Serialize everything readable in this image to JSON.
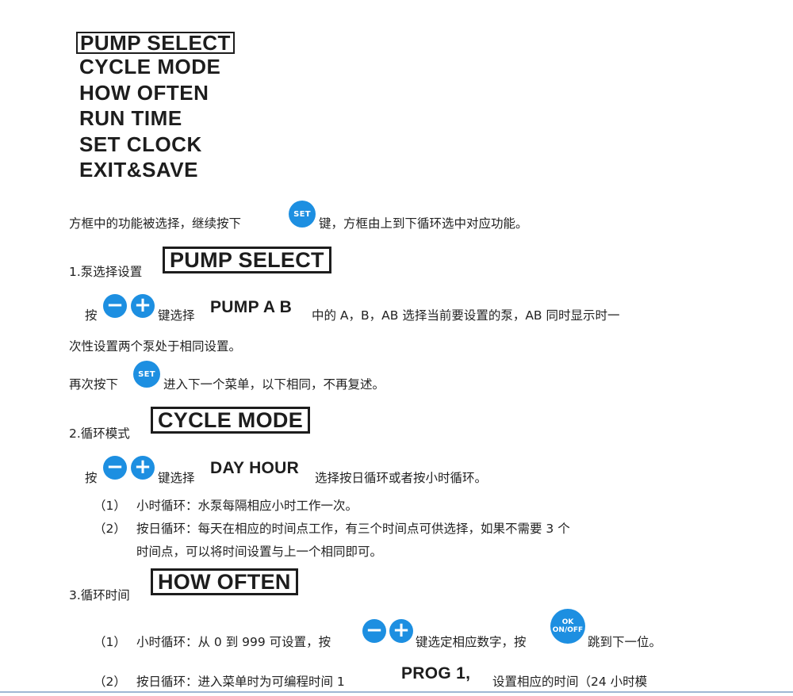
{
  "menu": [
    "PUMP SELECT",
    "CYCLE MODE",
    "HOW OFTEN",
    "RUN TIME",
    "SET CLOCK",
    "EXIT&SAVE"
  ],
  "intro": {
    "before": "方框中的功能被选择，继续按下",
    "after": "键，方框由上到下循环选中对应功能。",
    "button": "SET"
  },
  "section1": {
    "heading": "1.泵选择设置",
    "lcd": "PUMP SELECT",
    "line1_prefix": "按",
    "line1_mid": "键选择",
    "lcd_option": "PUMP A B",
    "line1_suffix": "中的 A，B，AB 选择当前要设置的泵，AB 同时显示时一",
    "line2": "次性设置两个泵处于相同设置。",
    "line3_prefix": "再次按下",
    "line3_suffix": "进入下一个菜单，以下相同，不再复述。",
    "minus": "−",
    "plus": "+",
    "set": "SET"
  },
  "section2": {
    "heading": "2.循环模式",
    "lcd": "CYCLE MODE",
    "line1_prefix": "按",
    "line1_mid": "键选择",
    "lcd_option": "DAY HOUR",
    "line1_suffix": "选择按日循环或者按小时循环。",
    "items": [
      {
        "num": "（1）",
        "text": "小时循环：水泵每隔相应小时工作一次。"
      },
      {
        "num": "（2）",
        "text": "按日循环：每天在相应的时间点工作，有三个时间点可供选择，如果不需要 3 个"
      }
    ],
    "item2_cont": "时间点，可以将时间设置与上一个相同即可。"
  },
  "section3": {
    "heading": "3.循环时间",
    "lcd": "HOW OFTEN",
    "item1_num": "（1）",
    "item1_prefix": "小时循环：从 0 到 999 可设置，按",
    "item1_mid": "键选定相应数字，按",
    "item1_suffix": "跳到下一位。",
    "ok_top": "OK",
    "ok_bottom": "ON/OFF",
    "item2_num": "（2）",
    "item2_prefix": "按日循环：进入菜单时为可编程时间 1",
    "lcd_prog": "PROG 1,",
    "item2_suffix": "设置相应的时间（24 小时模"
  },
  "colors": {
    "button": "#1d8fe1",
    "text": "#222222",
    "rule": "#9fb7d4"
  }
}
